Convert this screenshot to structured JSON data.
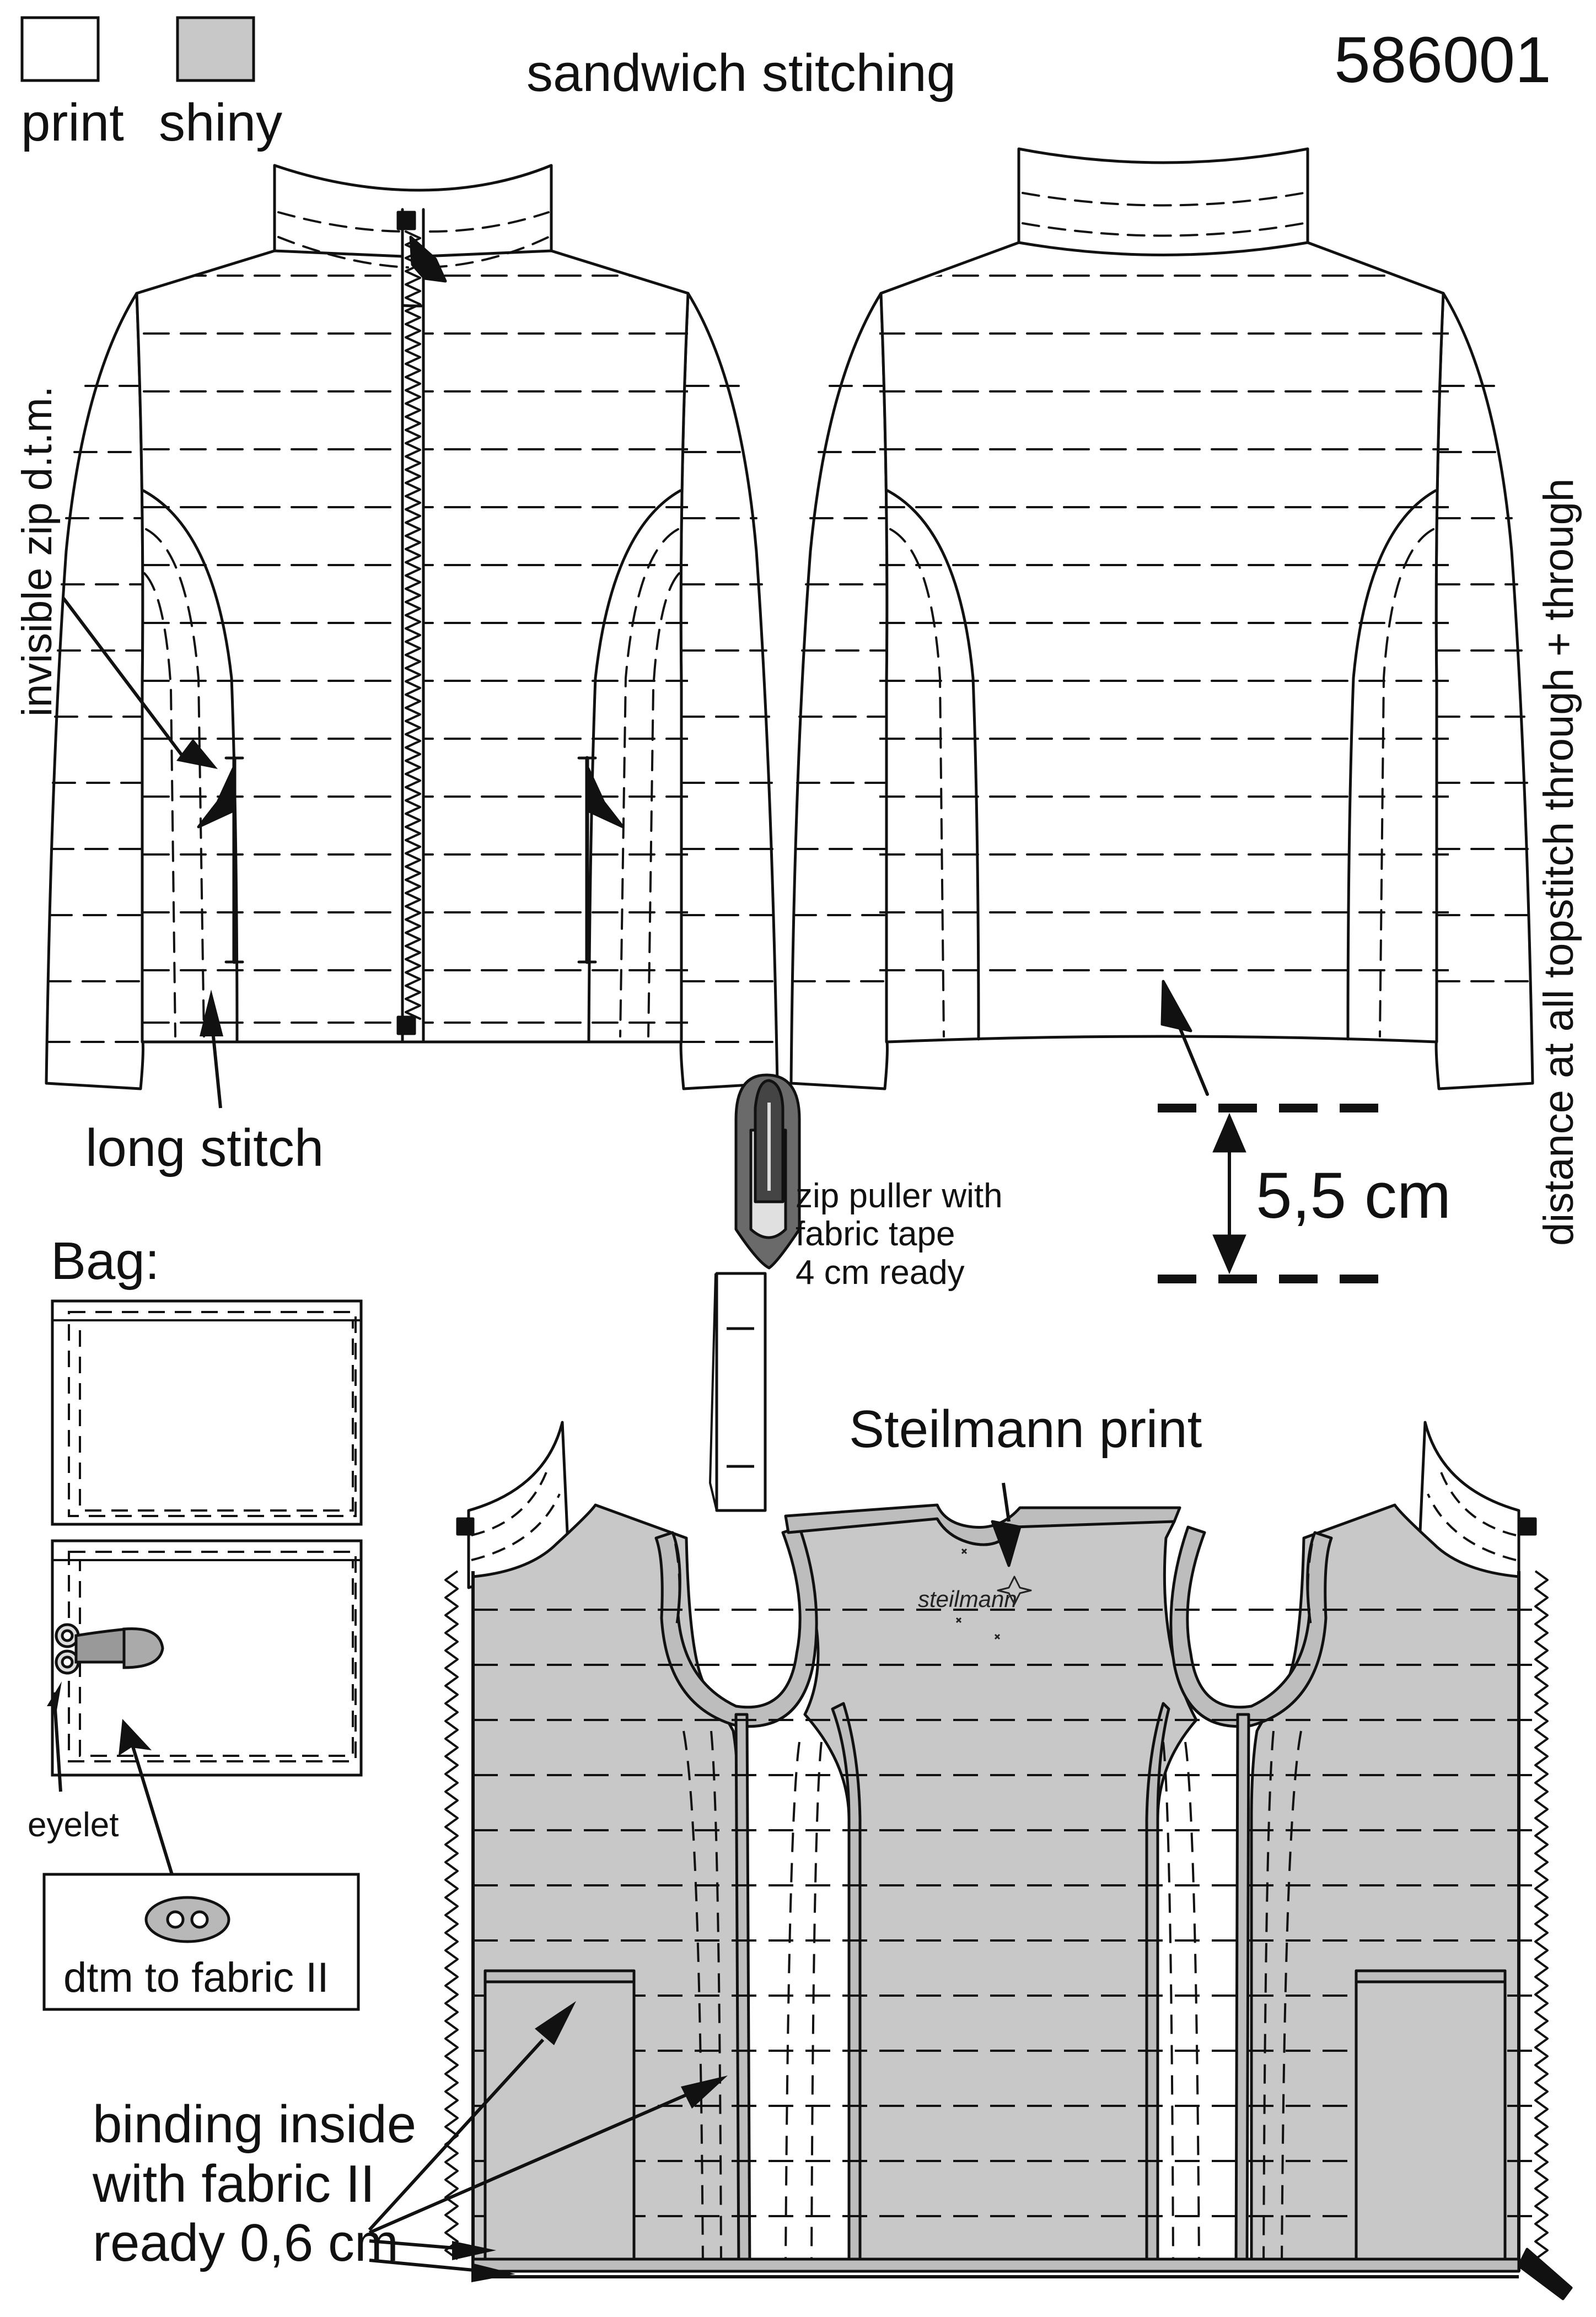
{
  "header": {
    "title": "sandwich stitching",
    "article_number": "586001"
  },
  "legend": {
    "print_label": "print",
    "print_color": "#ffffff",
    "shiny_label": "shiny",
    "shiny_color": "#c8c8c8"
  },
  "annotations": {
    "invisible_zip": "invisible zip d.t.m.",
    "long_stitch": "long stitch",
    "distance_note": "distance at all topstitch through + through",
    "measurement": "5,5 cm",
    "zip_puller": [
      "zip puller with",
      "fabric tape",
      "4 cm ready"
    ],
    "steilmann_print": "Steilmann print",
    "binding_inside": [
      "binding inside",
      "with fabric II",
      "ready 0,6 cm"
    ]
  },
  "bag": {
    "title": "Bag:",
    "eyelet_label": "eyelet",
    "button_note": "dtm to fabric II"
  },
  "print_logo": "steilmann",
  "colors": {
    "line": "#111111",
    "shiny_fill": "#c8c8c8",
    "binding_fill": "#bdbdbd",
    "zip_dark": "#555555"
  }
}
